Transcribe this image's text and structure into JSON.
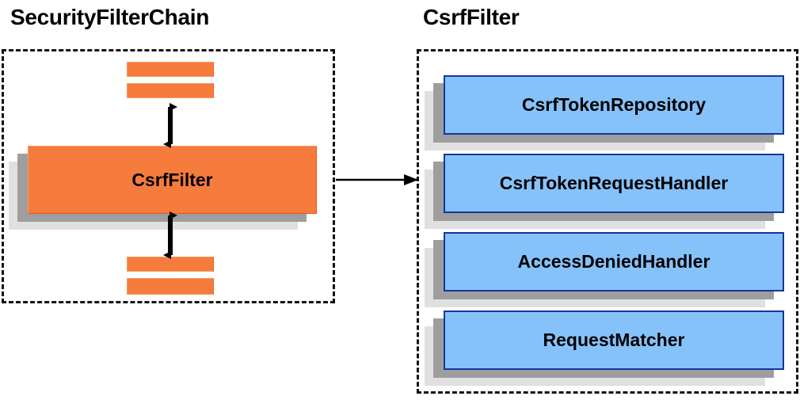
{
  "diagram": {
    "title_left": "SecurityFilterChain",
    "title_right": "CsrfFilter",
    "colors": {
      "orange_fill": "#f57c3d",
      "orange_border": "#e05a1e",
      "blue_fill": "#86c2fa",
      "blue_border": "#17359b",
      "shadow_dark": "#9e9e9e",
      "shadow_light": "#e0e0e0",
      "outline_dashed": "#111111",
      "text": "#000000"
    }
  },
  "security_filter_chain": {
    "label": "SecurityFilterChain",
    "focus_filter": {
      "label": "CsrfFilter"
    },
    "filters_above": [
      {
        "label": ""
      },
      {
        "label": ""
      }
    ],
    "filters_below": [
      {
        "label": ""
      },
      {
        "label": ""
      }
    ],
    "connector_up": {
      "label": "",
      "type": "double-arrow-vertical"
    },
    "connector_down": {
      "label": "",
      "type": "double-arrow-vertical"
    }
  },
  "csrf_filter": {
    "label": "CsrfFilter",
    "collaborators": [
      {
        "label": "CsrfTokenRepository"
      },
      {
        "label": "CsrfTokenRequestHandler"
      },
      {
        "label": "AccessDeniedHandler"
      },
      {
        "label": "RequestMatcher"
      }
    ]
  },
  "link": {
    "label": "",
    "type": "single-arrow-right",
    "from": "SecurityFilterChain",
    "to": "CsrfFilter"
  }
}
